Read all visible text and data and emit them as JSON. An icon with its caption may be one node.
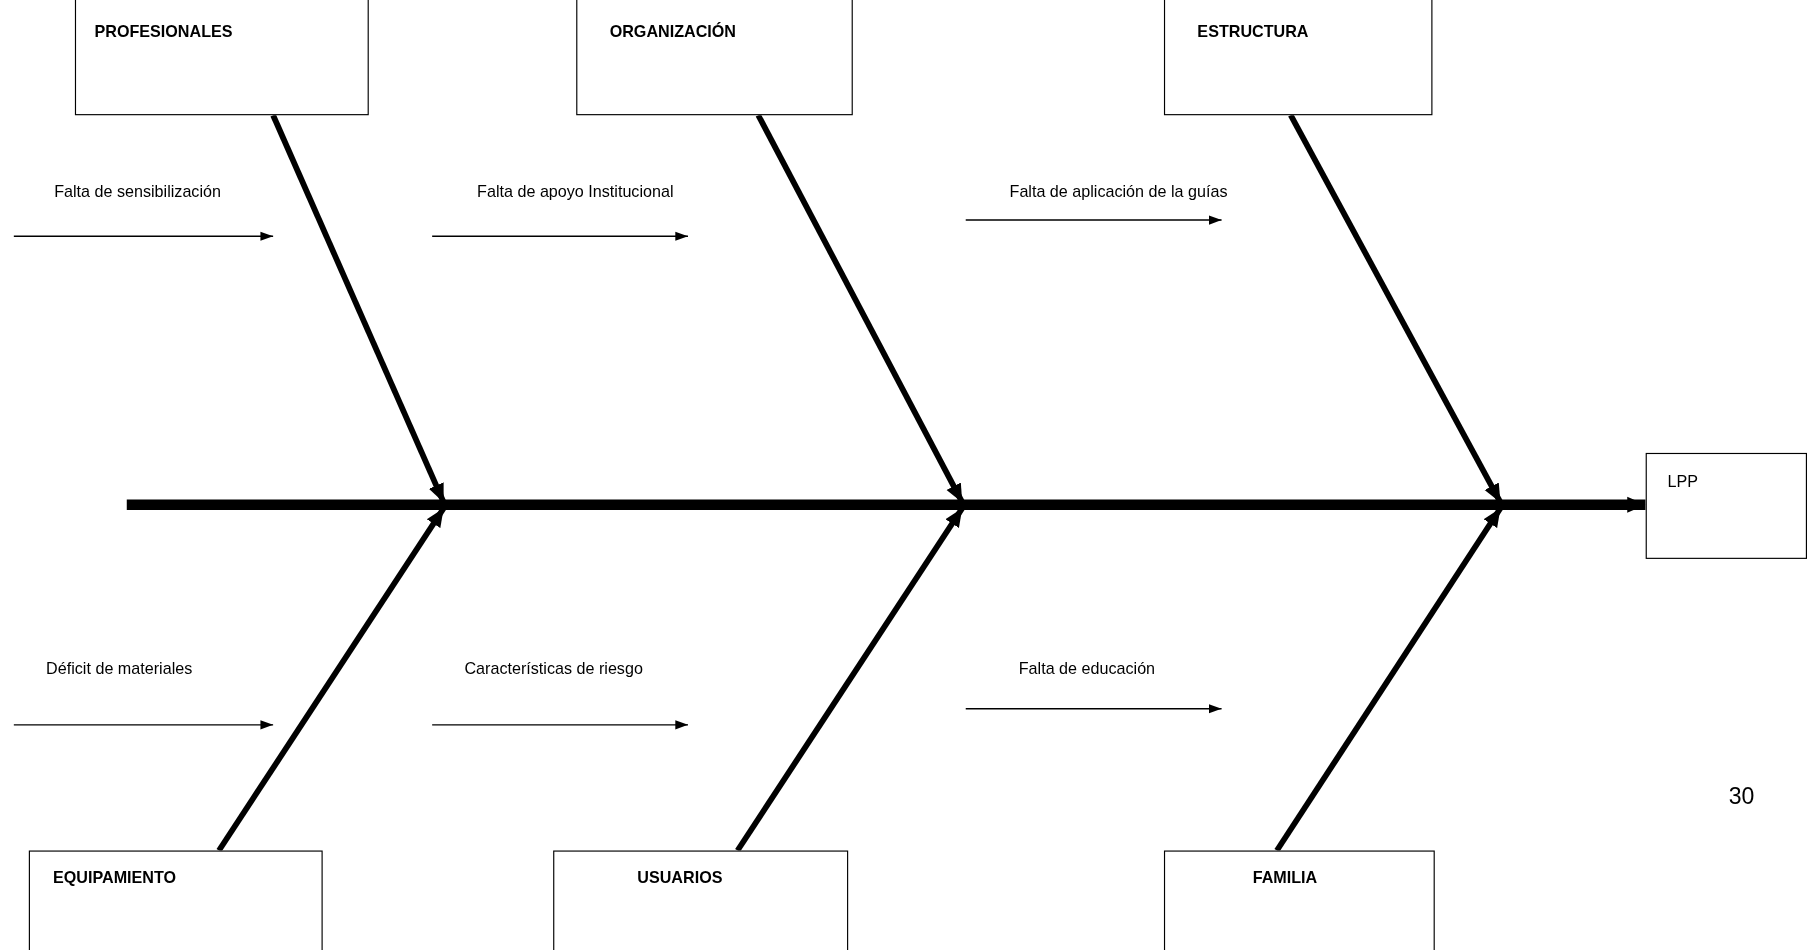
{
  "diagram": {
    "nodes": [
      {
        "text": [
          "PROFESIONALES"
        ]
      },
      {
        "text": [
          "ORGANIZACIÓN"
        ]
      },
      {
        "text": [
          "ESTRUCTURA"
        ]
      },
      {
        "text": [
          "EQUIPAMIENTO"
        ]
      },
      {
        "text": [
          "USUARIOS"
        ]
      },
      {
        "text": [
          "FAMILIA"
        ]
      },
      {
        "text": [
          "LPP"
        ]
      }
    ],
    "edges": [
      {
        "from": 0,
        "to": null,
        "arrow": "to"
      },
      {
        "from": 1,
        "to": null,
        "arrow": "to"
      },
      {
        "from": 2,
        "to": null,
        "arrow": "to"
      },
      {
        "from": 3,
        "to": null,
        "arrow": "to"
      },
      {
        "from": 4,
        "to": null,
        "arrow": "to"
      },
      {
        "from": 5,
        "to": null,
        "arrow": "to"
      },
      {
        "from": null,
        "to": 6,
        "arrow": "to",
        "style": "thick"
      }
    ],
    "labels": [
      "Falta de sensibilización",
      "Falta de apoyo Institucional",
      "Falta de aplicación de la guías",
      "Déficit de materiales",
      "Características de riesgo",
      "Falta de educación",
      "30"
    ]
  }
}
